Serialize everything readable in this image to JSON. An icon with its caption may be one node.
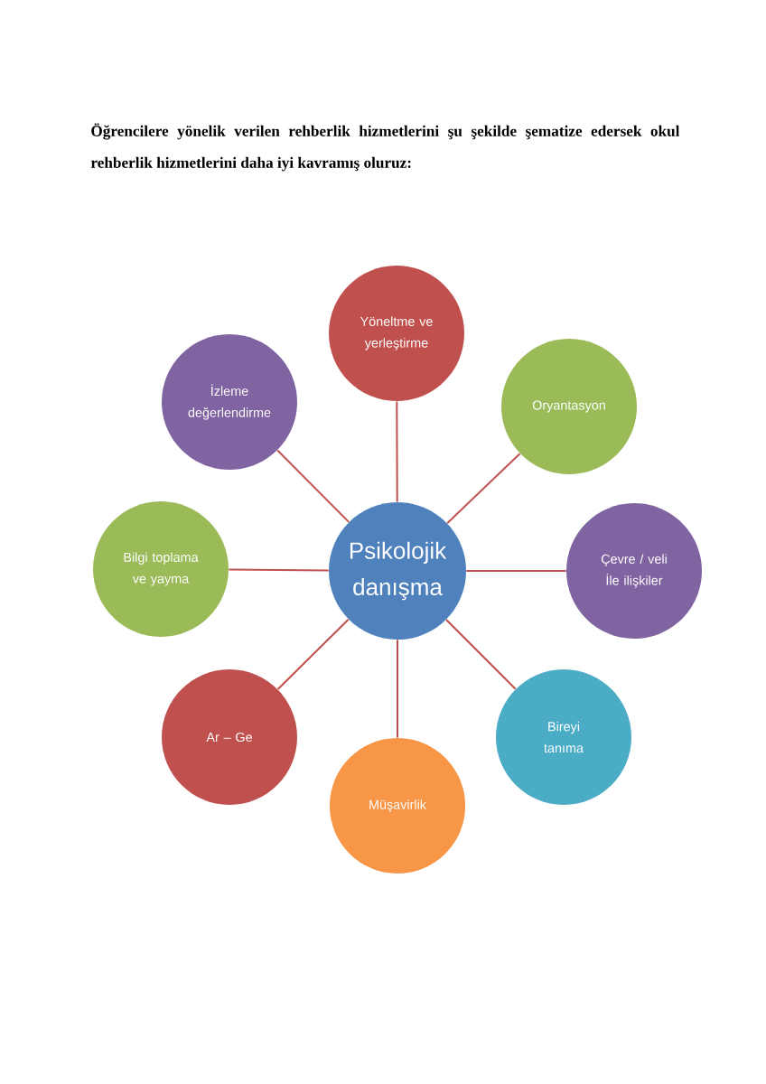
{
  "diagram": {
    "title": "Öğrencilere yönelik verilen rehberlik hizmetlerini şu şekilde şematize edersek okul rehberlik hizmetlerini daha iyi kavramış oluruz:",
    "nodes": [
      {
        "text": [
          "Yöneltme ve yerleştirme"
        ]
      },
      {
        "text": [
          "İzleme değerlendirme"
        ]
      },
      {
        "text": [
          "Oryantasyon"
        ]
      },
      {
        "text": [
          "Bilgi toplama ve yayma"
        ]
      },
      {
        "text": [
          "Psikolojik danışma"
        ]
      },
      {
        "text": [
          "Çevre / veli İle ilişkiler"
        ]
      },
      {
        "text": [
          "Ar – Ge"
        ]
      },
      {
        "text": [
          "Bireyi tanıma"
        ]
      },
      {
        "text": [
          "Müşavirlik"
        ]
      }
    ],
    "edges": [
      {
        "from": 4,
        "to": 0,
        "arrow": "none"
      },
      {
        "from": 4,
        "to": 2,
        "arrow": "none"
      },
      {
        "from": 4,
        "to": 5,
        "arrow": "none"
      },
      {
        "from": 4,
        "to": 7,
        "arrow": "none"
      },
      {
        "from": 4,
        "to": 8,
        "arrow": "none"
      },
      {
        "from": 4,
        "to": 6,
        "arrow": "none"
      },
      {
        "from": 4,
        "to": 3,
        "arrow": "none"
      },
      {
        "from": 4,
        "to": 1,
        "arrow": "none"
      }
    ]
  }
}
